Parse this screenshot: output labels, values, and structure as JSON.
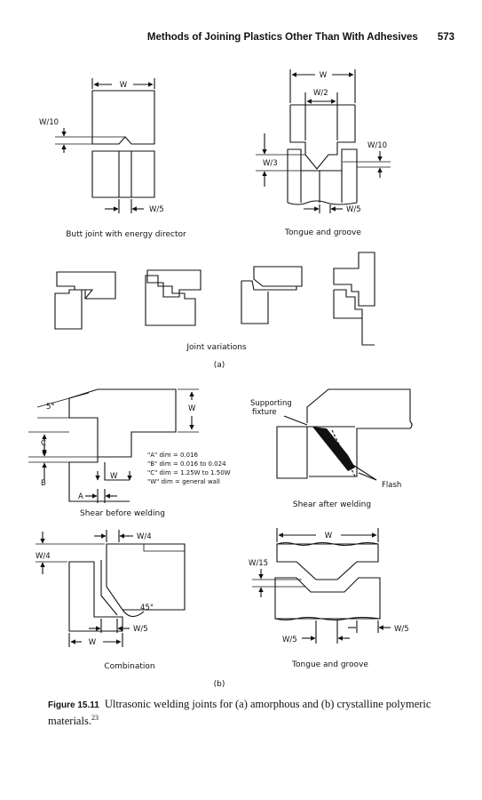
{
  "header": {
    "title": "Methods of Joining Plastics Other Than With Adhesives",
    "page_number": "573"
  },
  "part_a": {
    "butt_joint": {
      "title": "Butt joint with energy director",
      "dim_width": "W",
      "dim_director_height": "W/10",
      "dim_director_base": "W/5"
    },
    "tongue_groove": {
      "title": "Tongue and groove",
      "dim_width": "W",
      "dim_tongue_width": "W/2",
      "dim_groove_depth": "W/3",
      "dim_director_height": "W/10",
      "dim_clearance": "W/5"
    },
    "variations_title": "Joint variations",
    "label": "(a)"
  },
  "part_b": {
    "shear_before": {
      "title": "Shear before welding",
      "angle": "5°",
      "dim_w": "W",
      "dim_c": "C",
      "dim_b": "B",
      "dim_a": "A",
      "notes": [
        "\"A\" dim = 0.016",
        "\"B\" dim = 0.016 to 0.024",
        "\"C\" dim = 1.25W to 1.50W",
        "\"W\" dim = general wall"
      ]
    },
    "shear_after": {
      "title": "Shear after welding",
      "support_label_1": "Supporting",
      "support_label_2": "fixture",
      "flash_label": "Flash"
    },
    "combination": {
      "title": "Combination",
      "dim_top": "W/4",
      "dim_left": "W/4",
      "angle": "45°",
      "dim_base": "W/5",
      "dim_w": "W"
    },
    "tongue_groove_b": {
      "title": "Tongue and groove",
      "dim_w": "W",
      "dim_height": "W/15",
      "dim_right": "W/5",
      "dim_left": "W/5"
    },
    "label": "(b)"
  },
  "caption": {
    "number": "Figure 15.11",
    "text": "Ultrasonic welding joints for (a) amorphous and (b) crystalline polymeric materials.",
    "ref": "23"
  }
}
